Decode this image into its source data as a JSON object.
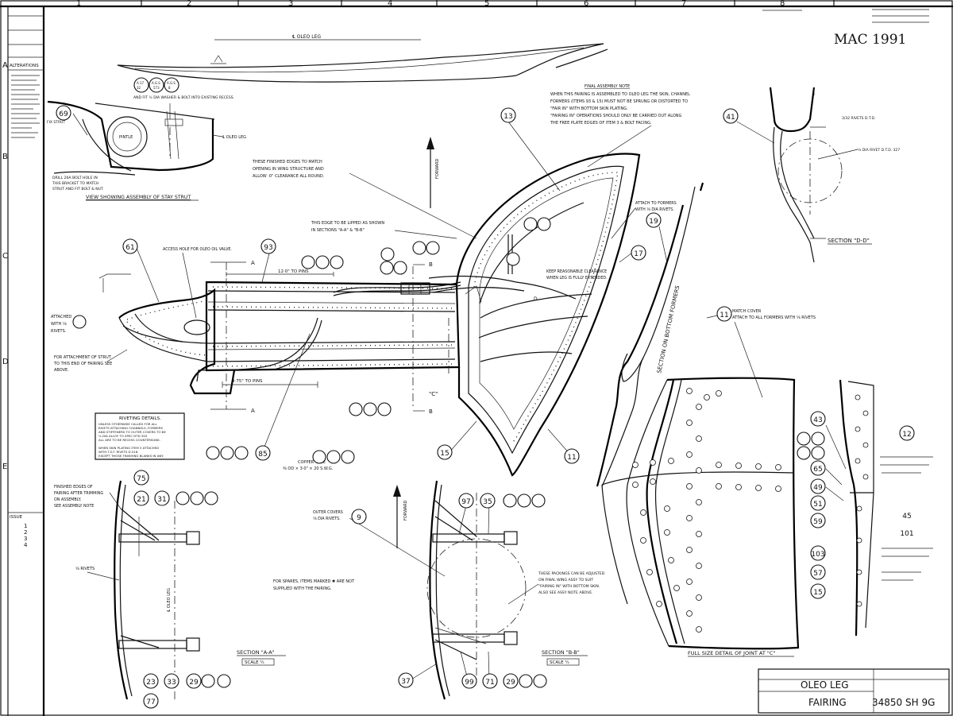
{
  "title_block": {
    "title_line1": "OLEO LEG",
    "title_line2": "FAIRING",
    "drawing_number": "34850 SH 9G"
  },
  "handwritten_note": "MAC 1991",
  "column_labels": [
    "1",
    "2",
    "3",
    "4",
    "5",
    "6",
    "7",
    "8"
  ],
  "row_labels": [
    "A",
    "B",
    "C",
    "D",
    "E"
  ],
  "forward_label": "FORWARD",
  "sidebar": {
    "alterations_heading": "ALTERATIONS",
    "issue_label": "ISSUE",
    "issues": [
      "1",
      "2",
      "3",
      "4"
    ]
  },
  "views": {
    "stay_strut": "VIEW SHOWING ASSEMBLY OF STAY STRUT",
    "section_aa": "SECTION \"A-A\"",
    "section_aa_scale": "SCALE ¼",
    "section_bb": "SECTION \"B-B\"",
    "section_bb_scale": "SCALE ¼",
    "section_dd": "SECTION \"D-D\"",
    "section_bottom": "SECTION ON BOTTOM FORMERS",
    "joint_detail": "FULL SIZE DETAIL OF JOINT AT \"C\""
  },
  "notes": {
    "oleo_leg_top": "℄ OLEO LEG",
    "oleo_leg_strut": "℄ OLEO LEG",
    "oleo_leg_section": "℄ OLEO LEG",
    "final_assembly": [
      "FINAL ASSEMBLY NOTE",
      "WHEN THIS FAIRING IS ASSEMBLED TO OLEO LEG THE SKIN, CHANNEL",
      "FORMERS (ITEMS 93 & 15) MUST NOT BE SPRUNG OR DISTORTED TO",
      "\"FAIR IN\" WITH BOTTOM SKIN PLATING.",
      "\"FAIRING IN\" OPERATIONS SHOULD ONLY BE CARRIED OUT ALONG",
      "THE FREE PLATE EDGES OF ITEM 3 & BOLT FACING."
    ],
    "finished_edges": [
      "THESE FINISHED EDGES TO MATCH",
      "OPENING IN WING STRUCTURE AND",
      "ALLOW ·0\" CLEARANCE ALL ROUND."
    ],
    "lipped_edge": [
      "THIS EDGE TO BE LIPPED AS SHOWN",
      "IN SECTIONS \"A-A\" & \"B-B\""
    ],
    "access_hole": "ACCESS HOLE FOR OLEO OIL VALVE.",
    "drill_note": [
      "DRILL 26A BOLT HOLE IN",
      "THIS BRACKET TO MATCH",
      "STRUT AND FIT BOLT & NUT"
    ],
    "fit_washer": "AND FIT ½ DIA WASHER & BOLT INTO EXISTING RECESS.",
    "attached_rivets": [
      "ATTACHED",
      "WITH ⅛",
      "RIVETS."
    ],
    "strut_attachment": [
      "FOR ATTACHMENT OF STRUT",
      "TO THIS END OF FAIRING SEE",
      "ABOVE."
    ],
    "keep_clearance": [
      "KEEP REASONABLE CLEARANCE",
      "WHEN LEG IS FULLY EXTENDED."
    ],
    "attach_formers": [
      "ATTACH TO FORMERS",
      "WITH ⅛ DIA RIVETS."
    ],
    "match_cover": [
      "MATCH COVER",
      "ATTACH TO ALL FORMERS WITH ⅛ RIVETS"
    ],
    "dim_12": "12·0\" TO PINS",
    "dim_975": "9·75\" TO PINS",
    "outer_covers": [
      "OUTER COVERS",
      "⅛ DIA RIVETS."
    ],
    "finished_fairing": [
      "FINISHED EDGES OF",
      "FAIRING AFTER TRIMMING",
      "ON ASSEMBLY.",
      "SEE ASSEMBLY NOTE"
    ],
    "spares_note": [
      "FOR SPARES, ITEMS MARKED ✱ ARE NOT",
      "SUPPLIED WITH THE FAIRING."
    ],
    "packing_note": [
      "THESE PACKINGS CAN BE ADJUSTED",
      "ON FINAL WING ASSY TO SUIT",
      "\"FAIRING IN\" WITH BOTTOM SKIN.",
      "ALSO SEE ASSY NOTE ABOVE."
    ],
    "copper_tube": [
      "COPPER TUBE",
      "⅜ OD × 3·0\" × 20 S.W.G."
    ],
    "rivets_a": "⅛ RIVETS",
    "section_dd_rivets": "⅛ DIA RIVET D.T.D. 327",
    "top_right_rivets": "3/32 RIVETS D.T.D.",
    "stay_label": "FIX STRUT"
  },
  "riveting_details": {
    "heading": "RIVETING DETAILS.",
    "lines": [
      "UNLESS OTHERWISE CALLED FOR ALL",
      "RIVETS ATTACHING CHANNELS, FORMERS",
      "AND STIFFENERS TO OUTER COVERS TO BE",
      "⅛ DIA ALLOY TO SPEC DTD 303",
      "ALL ARE TO BE RECESS COUNTERSUNK.",
      "",
      "WHEN SKIN PLATING ITEM 3 ATTACHED",
      "WITH T.S.F. RIVETS D.518.",
      "EXCEPT THOSE FINISHING BLANKS IN ANY."
    ]
  },
  "items": {
    "b13": "13",
    "b41": "41",
    "b69": "69",
    "b61": "61",
    "b93": "93",
    "b17": "17",
    "b19": "19",
    "b11": "11",
    "b15": "15",
    "b11b": "11",
    "b85": "85",
    "b9": "9",
    "b75": "75",
    "b21": "21",
    "b31": "31",
    "b97": "97",
    "b35": "35",
    "b37": "37",
    "b99": "99",
    "b71": "71",
    "b29": "29",
    "b43": "43",
    "b65": "65",
    "b49": "49",
    "b51": "51",
    "b59": "59",
    "b103": "103",
    "b57": "57",
    "b15b": "15",
    "b12": "12",
    "b45": "45",
    "b101": "101",
    "b23": "23",
    "b33": "33",
    "b29b": "29",
    "b77": "77"
  },
  "section_marks": {
    "a_top": "A",
    "a_bottom": "A",
    "b_top": "B",
    "b_bottom": "B",
    "c_mark": "\"C\"",
    "d_mark": "D"
  }
}
